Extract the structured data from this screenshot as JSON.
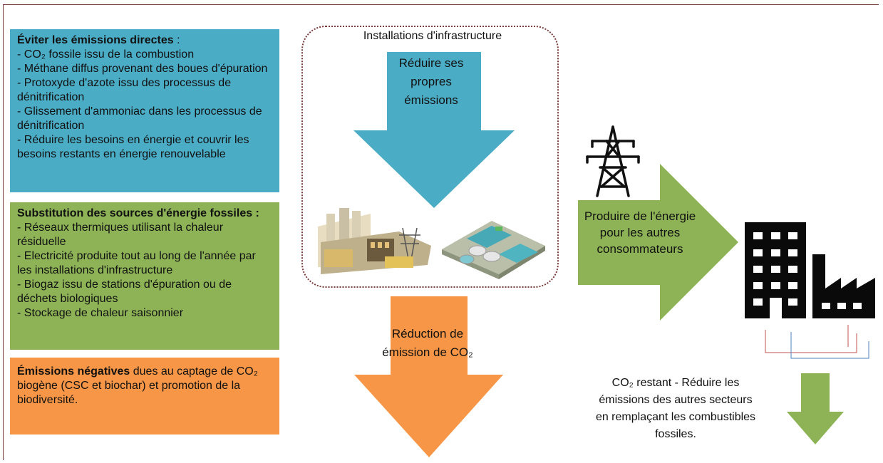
{
  "blue_box": {
    "title": "Éviter les émissions directes",
    "title_suffix": " :",
    "items": [
      "- CO₂  fossile issu de la combustion",
      "- Méthane diffus provenant des boues d'épuration",
      "- Protoxyde d'azote issu des processus de dénitrification",
      "- Glissement d'ammoniac dans les processus de dénitrification",
      "- Réduire les besoins en énergie et couvrir les besoins restants en énergie renouvelable"
    ]
  },
  "green_box": {
    "title": "Substitution des sources d'énergie fossiles :",
    "items": [
      "- Réseaux thermiques utilisant la chaleur résiduelle",
      "- Electricité produite tout au long de l'année par les installations d'infrastructure",
      "- Biogaz issu de stations d'épuration ou de déchets biologiques",
      "- Stockage de chaleur saisonnier"
    ]
  },
  "orange_box": {
    "title": "Émissions négatives",
    "text": " dues au captage de CO₂ biogène (CSC et biochar) et promotion de la biodiversité."
  },
  "center": {
    "infra_title": "Installations d'infrastructure",
    "own_emissions": "Réduire ses propres émissions",
    "reduction": "Réduction de émission de CO₂"
  },
  "right": {
    "produce_energy": "Produire de l'énergie pour les autres consommateurs",
    "remaining": "CO₂ restant - Réduire les émissions des autres secteurs en remplaçant les combustibles fossiles."
  },
  "colors": {
    "blue": "#4bacc6",
    "green": "#8db356",
    "orange": "#f79646",
    "border": "#7a3b3b"
  },
  "icons": [
    "power-plant-icon",
    "treatment-plant-icon",
    "power-pylon-icon",
    "building-icon",
    "factory-icon"
  ]
}
